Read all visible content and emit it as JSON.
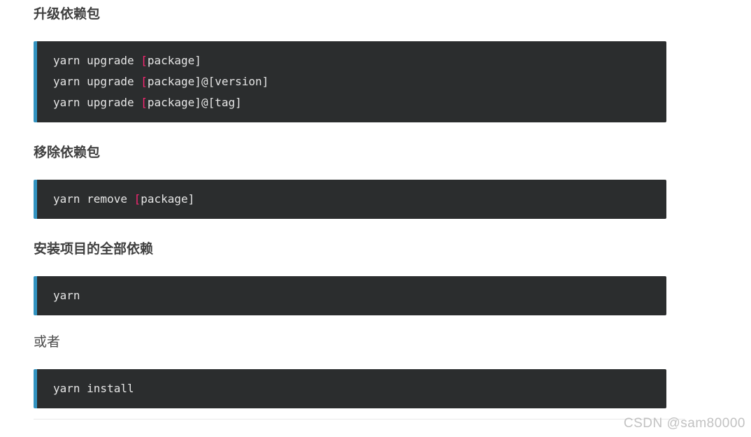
{
  "colors": {
    "page_bg": "#ffffff",
    "code_bg": "#2b2d2e",
    "code_border_accent": "#3293c0",
    "code_text": "#e6e6e6",
    "bracket_accent": "#f92672",
    "heading_text": "#3f3f3f",
    "paragraph_text": "#4a4a4a",
    "divider": "#e9e9e9",
    "watermark": "#c2c2c2"
  },
  "sections": [
    {
      "type": "heading",
      "text": "升级依赖包"
    },
    {
      "type": "code",
      "lines": [
        [
          {
            "text": "yarn upgrade ",
            "color": "plain"
          },
          {
            "text": "[",
            "color": "accent"
          },
          {
            "text": "package]",
            "color": "plain"
          }
        ],
        [
          {
            "text": "yarn upgrade ",
            "color": "plain"
          },
          {
            "text": "[",
            "color": "accent"
          },
          {
            "text": "package]@[version]",
            "color": "plain"
          }
        ],
        [
          {
            "text": "yarn upgrade ",
            "color": "plain"
          },
          {
            "text": "[",
            "color": "accent"
          },
          {
            "text": "package]@[tag]",
            "color": "plain"
          }
        ]
      ]
    },
    {
      "type": "heading",
      "text": "移除依赖包"
    },
    {
      "type": "code",
      "lines": [
        [
          {
            "text": "yarn remove ",
            "color": "plain"
          },
          {
            "text": "[",
            "color": "accent"
          },
          {
            "text": "package]",
            "color": "plain"
          }
        ]
      ]
    },
    {
      "type": "heading",
      "text": "安装项目的全部依赖"
    },
    {
      "type": "code",
      "lines": [
        [
          {
            "text": "yarn",
            "color": "plain"
          }
        ]
      ]
    },
    {
      "type": "paragraph",
      "text": "或者"
    },
    {
      "type": "code",
      "lines": [
        [
          {
            "text": "yarn install",
            "color": "plain"
          }
        ]
      ]
    }
  ],
  "watermark": {
    "text": "CSDN @sam80000"
  }
}
